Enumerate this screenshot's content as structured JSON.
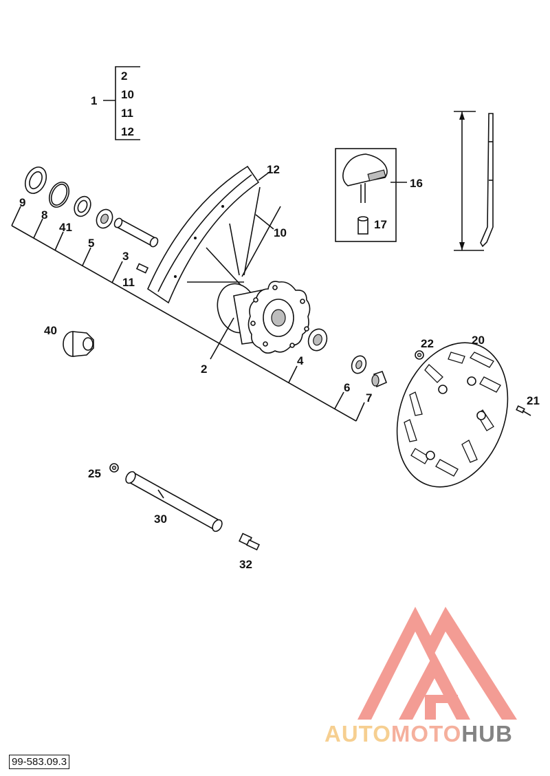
{
  "diagram": {
    "assembly_group": {
      "parent": "1",
      "children": [
        "2",
        "10",
        "11",
        "12"
      ]
    },
    "callouts": {
      "c9": "9",
      "c8": "8",
      "c41": "41",
      "c5": "5",
      "c3": "3",
      "c11": "11",
      "c12": "12",
      "c10": "10",
      "c2": "2",
      "c4": "4",
      "c6": "6",
      "c7": "7",
      "c40": "40",
      "c16": "16",
      "c17": "17",
      "c20": "20",
      "c21": "21",
      "c22": "22",
      "c25": "25",
      "c30": "30",
      "c32": "32"
    }
  },
  "watermark": {
    "word_a": "AUTO",
    "word_b": "MOTO",
    "word_c": "HUB",
    "color_a": "#f5c77e",
    "color_b": "#f4a38c",
    "color_c": "#6e6e6e",
    "logo_color": "#f28b82"
  },
  "footer": {
    "doc_ref": "99-583.09.3"
  }
}
